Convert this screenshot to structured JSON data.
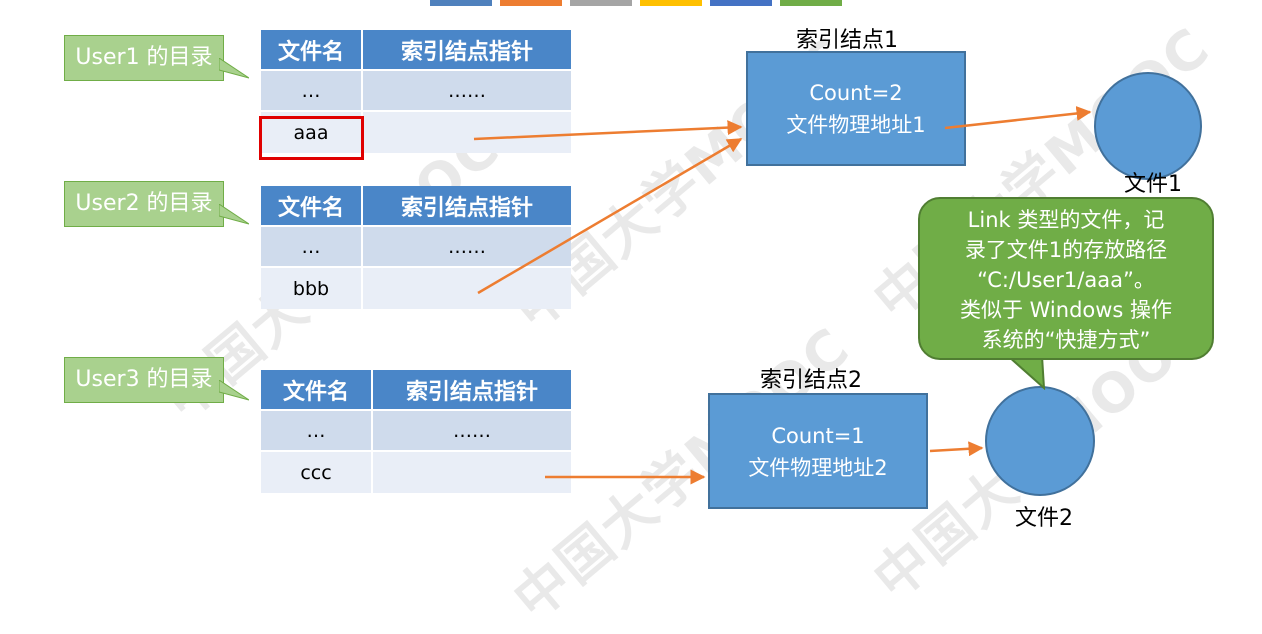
{
  "colors": {
    "table_header": "#4a86c8",
    "table_row_a": "#cfdbec",
    "table_row_b": "#e9eef7",
    "callout": "#a9d18e",
    "inode": "#5b9bd5",
    "bubble": "#70ad47",
    "arrow": "#ed7d31",
    "highlight": "#e00000"
  },
  "top_strip_colors": [
    "#4f81bd",
    "#ed7d31",
    "#a5a5a5",
    "#ffc000",
    "#4472c4",
    "#70ad47"
  ],
  "watermark": "中国大学MOOC",
  "users": [
    {
      "label": "User1 的目录",
      "table": {
        "col1": "文件名",
        "col2": "索引结点指针",
        "rows": [
          {
            "name": "…",
            "ptr": "……"
          },
          {
            "name": "aaa",
            "ptr": ""
          }
        ]
      }
    },
    {
      "label": "User2 的目录",
      "table": {
        "col1": "文件名",
        "col2": "索引结点指针",
        "rows": [
          {
            "name": "…",
            "ptr": "……"
          },
          {
            "name": "bbb",
            "ptr": ""
          }
        ]
      }
    },
    {
      "label": "User3 的目录",
      "table": {
        "col1": "文件名",
        "col2": "索引结点指针",
        "rows": [
          {
            "name": "…",
            "ptr": "……"
          },
          {
            "name": "ccc",
            "ptr": ""
          }
        ]
      }
    }
  ],
  "inodes": [
    {
      "title": "索引结点1",
      "line1": "Count=2",
      "line2": "文件物理地址1"
    },
    {
      "title": "索引结点2",
      "line1": "Count=1",
      "line2": "文件物理地址2"
    }
  ],
  "files": [
    {
      "label": "文件1"
    },
    {
      "label": "文件2"
    }
  ],
  "bubble": {
    "lines": [
      "Link 类型的文件，记",
      "录了文件1的存放路径",
      "“C:/User1/aaa”。",
      "类似于 Windows 操作",
      "系统的“快捷方式”"
    ]
  }
}
